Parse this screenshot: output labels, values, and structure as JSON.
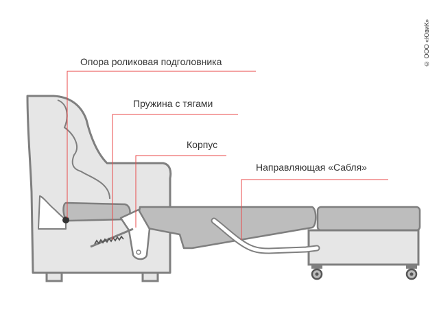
{
  "labels": {
    "headrest_roller_support": "Опора роликовая подголовника",
    "spring_with_rods": "Пружина с тягами",
    "body": "Корпус",
    "saber_guide": "Направляющая «Сабля»"
  },
  "copyright": "© ООО «ЮвиК»",
  "colors": {
    "frame_fill": "#e6e6e6",
    "frame_outline": "#7f7f7f",
    "mattress_fill": "#bdbdbd",
    "leader_line": "#e84a4a",
    "text": "#333333"
  }
}
